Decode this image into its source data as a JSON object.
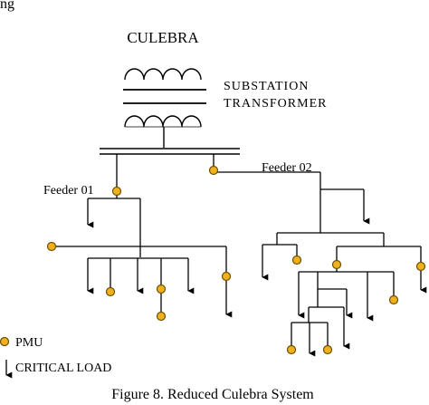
{
  "top_fragment": "ng",
  "title": "CULEBRA",
  "transformer": {
    "line1": "SUBSTATION",
    "line2": "TRANSFORMER"
  },
  "feeders": {
    "feeder_01": "Feeder 01",
    "feeder_02": "Feeder 02"
  },
  "legend": {
    "pmu": "PMU",
    "critical_load": "CRITICAL LOAD"
  },
  "caption": "Figure 8. Reduced Culebra System",
  "colors": {
    "pmu_fill": "#f2b01e",
    "pmu_stroke": "#6b5200",
    "line": "#000000"
  },
  "icons": {
    "pmu": "pmu-node-icon",
    "critical_load": "critical-load-arrow-icon"
  }
}
